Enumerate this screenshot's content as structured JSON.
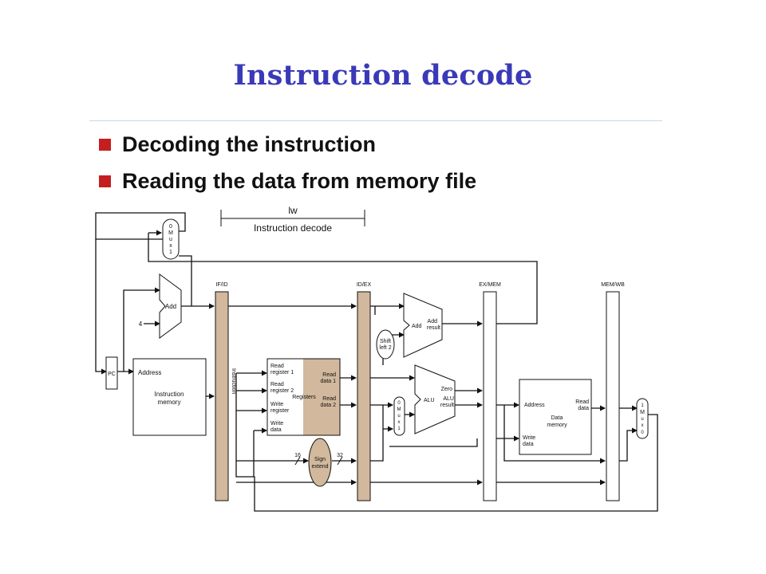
{
  "slide": {
    "title": "Instruction decode",
    "bullets": [
      "Decoding the instruction",
      "Reading the data from memory file"
    ]
  },
  "diagram": {
    "stage_bracket": {
      "instruction": "lw",
      "stage": "Instruction decode"
    },
    "pipeline_registers": [
      "IF/ID",
      "ID/EX",
      "EX/MEM",
      "MEM/WB"
    ],
    "pc": "PC",
    "mux_pc": [
      "0",
      "M",
      "u",
      "x",
      "1"
    ],
    "mux_alu": [
      "0",
      "M",
      "u",
      "x",
      "1"
    ],
    "mux_wb": [
      "1",
      "M",
      "u",
      "x",
      "0"
    ],
    "adder_pc": {
      "label": "Add",
      "const": "4"
    },
    "adder_branch": {
      "in_label": "Add",
      "out_label": [
        "Add",
        "result"
      ]
    },
    "shift": [
      "Shift",
      "left 2"
    ],
    "instruction_memory": {
      "address": "Address",
      "name": [
        "Instruction",
        "memory"
      ]
    },
    "instruction_bus": "Instruction",
    "registers": {
      "name": "Registers",
      "inputs": [
        [
          "Read",
          "register 1"
        ],
        [
          "Read",
          "register 2"
        ],
        [
          "Write",
          "register"
        ],
        [
          "Write",
          "data"
        ]
      ],
      "outputs": [
        [
          "Read",
          "data 1"
        ],
        [
          "Read",
          "data 2"
        ]
      ]
    },
    "sign_extend": {
      "label": [
        "Sign",
        "extend"
      ],
      "in_bits": "16",
      "out_bits": "32"
    },
    "alu": {
      "label": "ALU",
      "zero": "Zero",
      "result": [
        "ALU",
        "result"
      ]
    },
    "data_memory": {
      "address": "Address",
      "name": [
        "Data",
        "memory"
      ],
      "read_data": [
        "Read",
        "data"
      ],
      "write_data": [
        "Write",
        "data"
      ]
    },
    "colors": {
      "highlight": "#d2b89c",
      "line": "#111111"
    }
  }
}
